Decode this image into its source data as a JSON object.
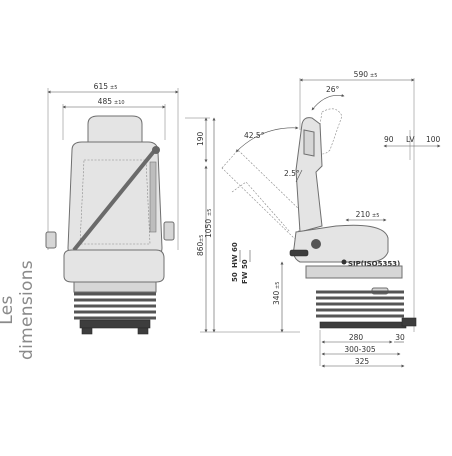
{
  "side_title": "Les dimensions",
  "front_view": {
    "overall_width": "615",
    "overall_tol": "±5",
    "inner_width": "485",
    "inner_tol": "±10",
    "heights": {
      "h190": "190",
      "h1050": "1050",
      "h1050_tol": "±5",
      "h860": "860",
      "h860_tol": "±5",
      "hw60": "HW 60",
      "fw50": "FW 50",
      "v50": "50",
      "v340": "340",
      "v340_tol": "±5"
    }
  },
  "side_view": {
    "overall_depth": "590",
    "overall_tol": "±5",
    "angle_26": "26°",
    "angle_425": "42.5°",
    "angle_25": "2.5°",
    "lv_left": "90",
    "lv_label": "LV",
    "lv_right": "100",
    "d210": "210",
    "d210_tol": "±5",
    "sip": "SIP(ISO5353)",
    "d280": "280",
    "d30": "30",
    "d300_305": "300-305",
    "d325": "325"
  },
  "colors": {
    "line": "#555555",
    "seat_fill": "#e4e4e4",
    "title": "#8a8a8a"
  }
}
